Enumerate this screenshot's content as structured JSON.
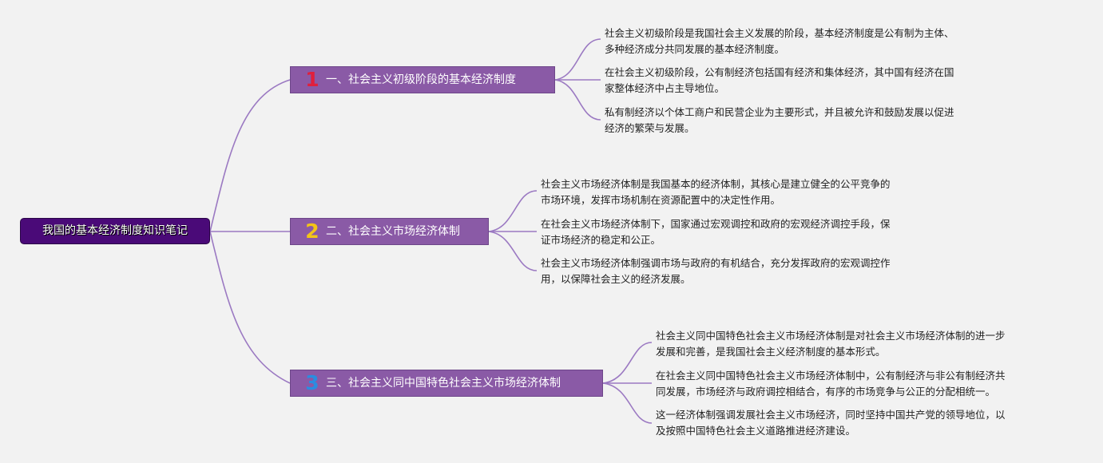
{
  "root": {
    "label": "我国的基本经济制度知识笔记"
  },
  "colors": {
    "line": "#9b79c2",
    "badge_1": "#e0203c",
    "badge_2": "#f3c417",
    "badge_3": "#2a8de0"
  },
  "branches": [
    {
      "number": "1",
      "label": "一、社会主义初级阶段的基本经济制度",
      "notes": [
        [
          "社会主义初级阶段是我国社会主义发展的阶段，基本经济制度是公有制为主体、",
          "多种经济成分共同发展的基本经济制度。"
        ],
        [
          "在社会主义初级阶段，公有制经济包括国有经济和集体经济，其中国有经济在国",
          "家整体经济中占主导地位。"
        ],
        [
          "私有制经济以个体工商户和民营企业为主要形式，并且被允许和鼓励发展以促进",
          "经济的繁荣与发展。"
        ]
      ]
    },
    {
      "number": "2",
      "label": "二、社会主义市场经济体制",
      "notes": [
        [
          "社会主义市场经济体制是我国基本的经济体制，其核心是建立健全的公平竞争的",
          "市场环境，发挥市场机制在资源配置中的决定性作用。"
        ],
        [
          "在社会主义市场经济体制下，国家通过宏观调控和政府的宏观经济调控手段，保",
          "证市场经济的稳定和公正。"
        ],
        [
          "社会主义市场经济体制强调市场与政府的有机结合，充分发挥政府的宏观调控作",
          "用，以保障社会主义的经济发展。"
        ]
      ]
    },
    {
      "number": "3",
      "label": "三、社会主义同中国特色社会主义市场经济体制",
      "notes": [
        [
          "社会主义同中国特色社会主义市场经济体制是对社会主义市场经济体制的进一步",
          "发展和完善，是我国社会主义经济制度的基本形式。"
        ],
        [
          "在社会主义同中国特色社会主义市场经济体制中，公有制经济与非公有制经济共",
          "同发展，市场经济与政府调控相结合，有序的市场竞争与公正的分配相统一。"
        ],
        [
          "这一经济体制强调发展社会主义市场经济，同时坚持中国共产党的领导地位，以",
          "及按照中国特色社会主义道路推进经济建设。"
        ]
      ]
    }
  ]
}
